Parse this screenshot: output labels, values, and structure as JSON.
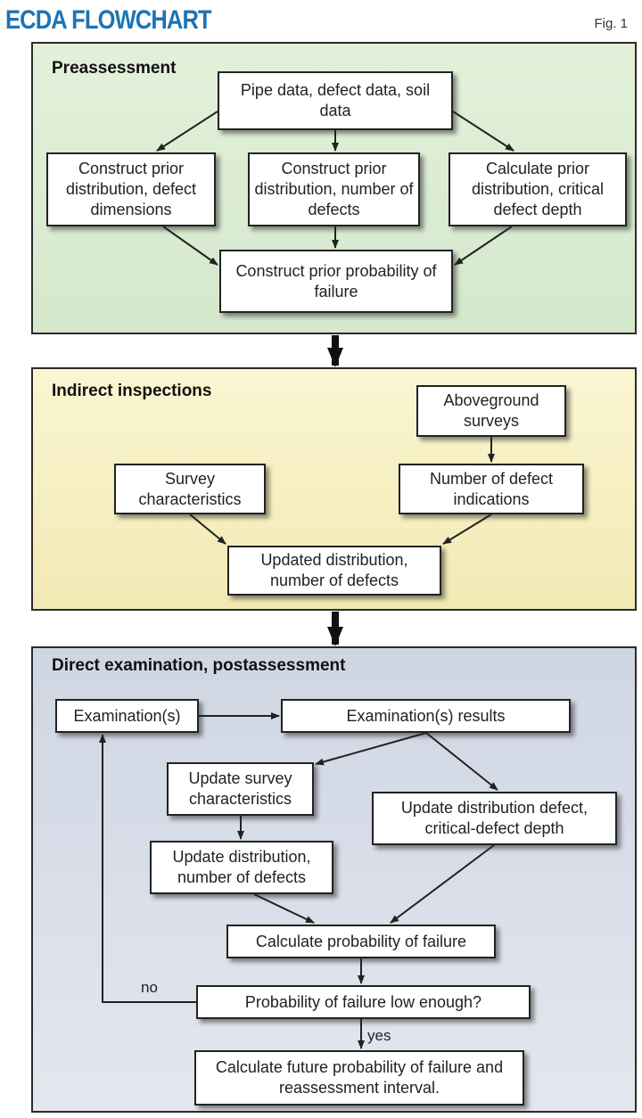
{
  "header": {
    "title": "ECDA FLOWCHART",
    "fig": "Fig. 1"
  },
  "preassessment": {
    "title": "Preassessment",
    "pipe_data": "Pipe data, defect data, soil data",
    "prior_dimensions": "Construct prior distribution, defect dimensions",
    "prior_number": "Construct prior distribution, number of defects",
    "prior_depth": "Calculate prior distribution, critical defect depth",
    "prior_failure": "Construct prior probability of failure"
  },
  "indirect": {
    "title": "Indirect inspections",
    "aboveground": "Aboveground surveys",
    "survey_char": "Survey characteristics",
    "indications": "Number of defect indications",
    "updated_dist": "Updated distribution, number of defects"
  },
  "direct": {
    "title": "Direct examination, postassessment",
    "examinations": "Examination(s)",
    "results": "Examination(s) results",
    "update_survey": "Update survey characteristics",
    "update_defect": "Update distribution defect, critical-defect depth",
    "update_number": "Update distribution, number of defects",
    "calc_failure": "Calculate probability of failure",
    "low_enough": "Probability of failure low enough?",
    "future": "Calculate future probability of failure and reassessment interval.",
    "no_label": "no",
    "yes_label": "yes"
  },
  "colors": {
    "title": "#1e73b4",
    "preassessment_bg": "#d9ecd0",
    "indirect_bg": "#f7f0c0",
    "direct_bg": "#d9dee8"
  }
}
